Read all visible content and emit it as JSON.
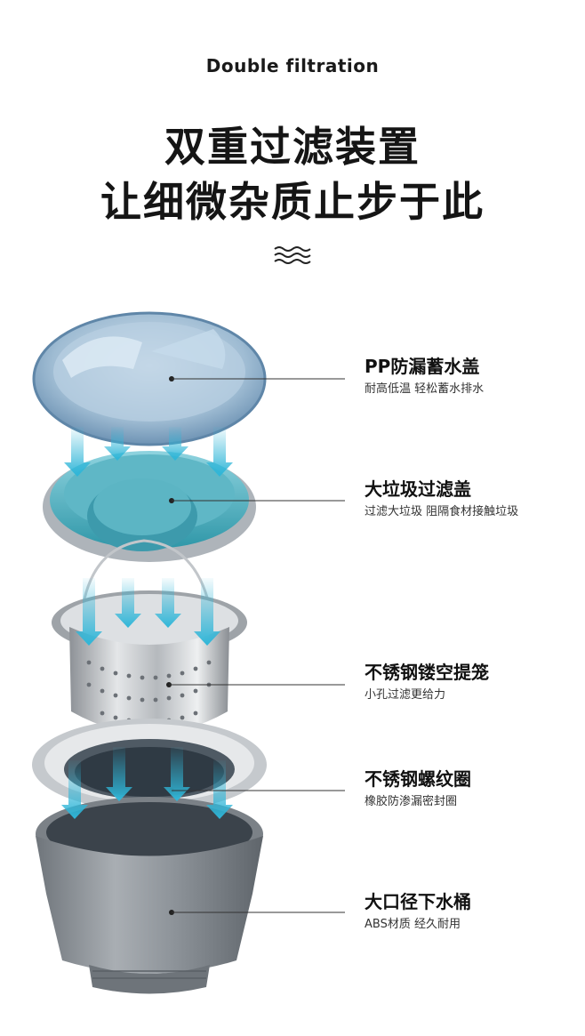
{
  "header": {
    "eyebrow": "Double filtration",
    "headline_line1": "双重过滤装置",
    "headline_line2": "让细微杂质止步于此",
    "wave_icon": "wave-icon"
  },
  "parts": [
    {
      "title": "PP防漏蓄水盖",
      "subtitle": "耐高低温 轻松蓄水排水"
    },
    {
      "title": "大垃圾过滤盖",
      "subtitle": "过滤大垃圾 阻隔食材接触垃圾"
    },
    {
      "title": "不锈钢镂空提笼",
      "subtitle": "小孔过滤更给力"
    },
    {
      "title": "不锈钢螺纹圈",
      "subtitle": "橡胶防渗漏密封圈"
    },
    {
      "title": "大口径下水桶",
      "subtitle": "ABS材质 经久耐用"
    }
  ],
  "colors": {
    "arrow": "#2fb6d8",
    "lid_blue": "#7fa9c9",
    "teal": "#3aa7b7",
    "steel": "#b9bdc1",
    "bucket": "#8f959b"
  }
}
